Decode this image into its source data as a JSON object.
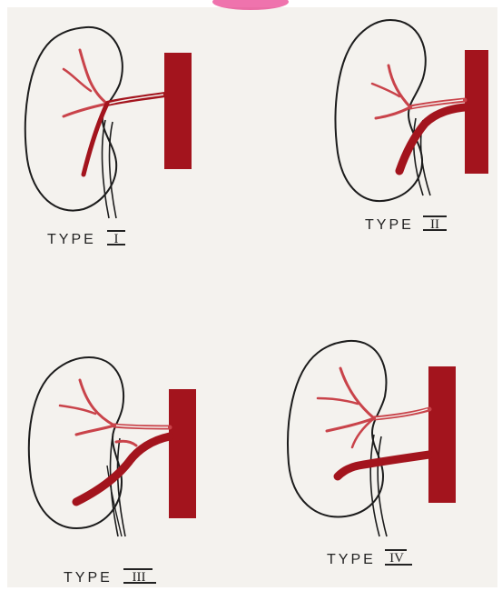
{
  "colors": {
    "paper": "#f4f2ee",
    "ink": "#1c1c1c",
    "vessel_dark": "#a3141d",
    "vessel_light": "#c9434a",
    "brand_accent": "#e2006a"
  },
  "panels": [
    {
      "word": "TYPE",
      "numeral": "I"
    },
    {
      "word": "TYPE",
      "numeral": "II"
    },
    {
      "word": "TYPE",
      "numeral": "III"
    },
    {
      "word": "TYPE",
      "numeral": "IV"
    }
  ]
}
